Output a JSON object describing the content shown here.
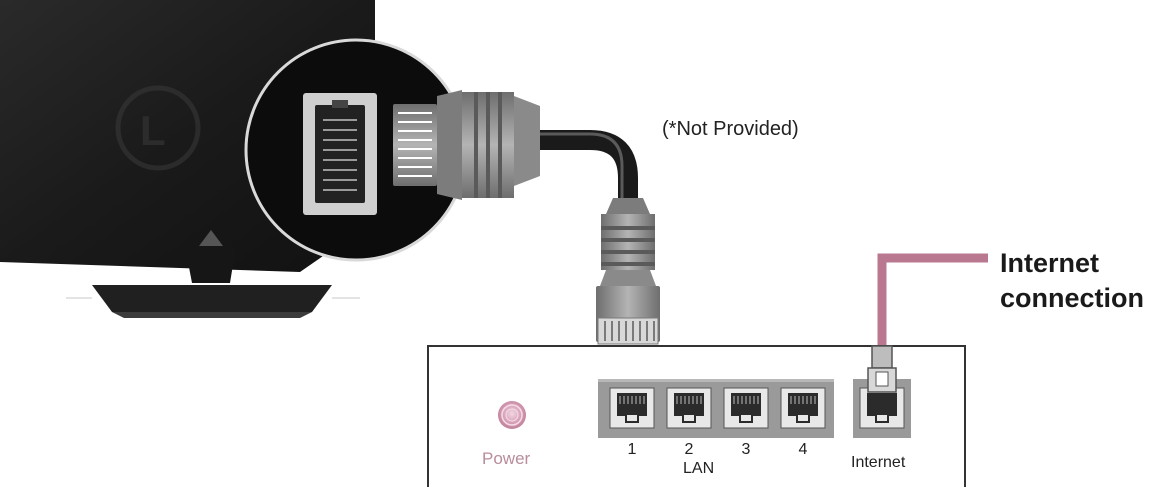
{
  "cable_note": "(*Not Provided)",
  "internet_connection": {
    "line1": "Internet",
    "line2": "connection"
  },
  "router": {
    "power_label": "Power",
    "lan_label": "LAN",
    "lan_ports": [
      "1",
      "2",
      "3",
      "4"
    ],
    "internet_port_label": "Internet"
  },
  "colors": {
    "internet_cable": "#b9788f",
    "power_led": "#c98ba6",
    "power_text": "#b98c9e",
    "tv_body": "#1c1c1c",
    "port_panel": "#9a9a9a"
  }
}
